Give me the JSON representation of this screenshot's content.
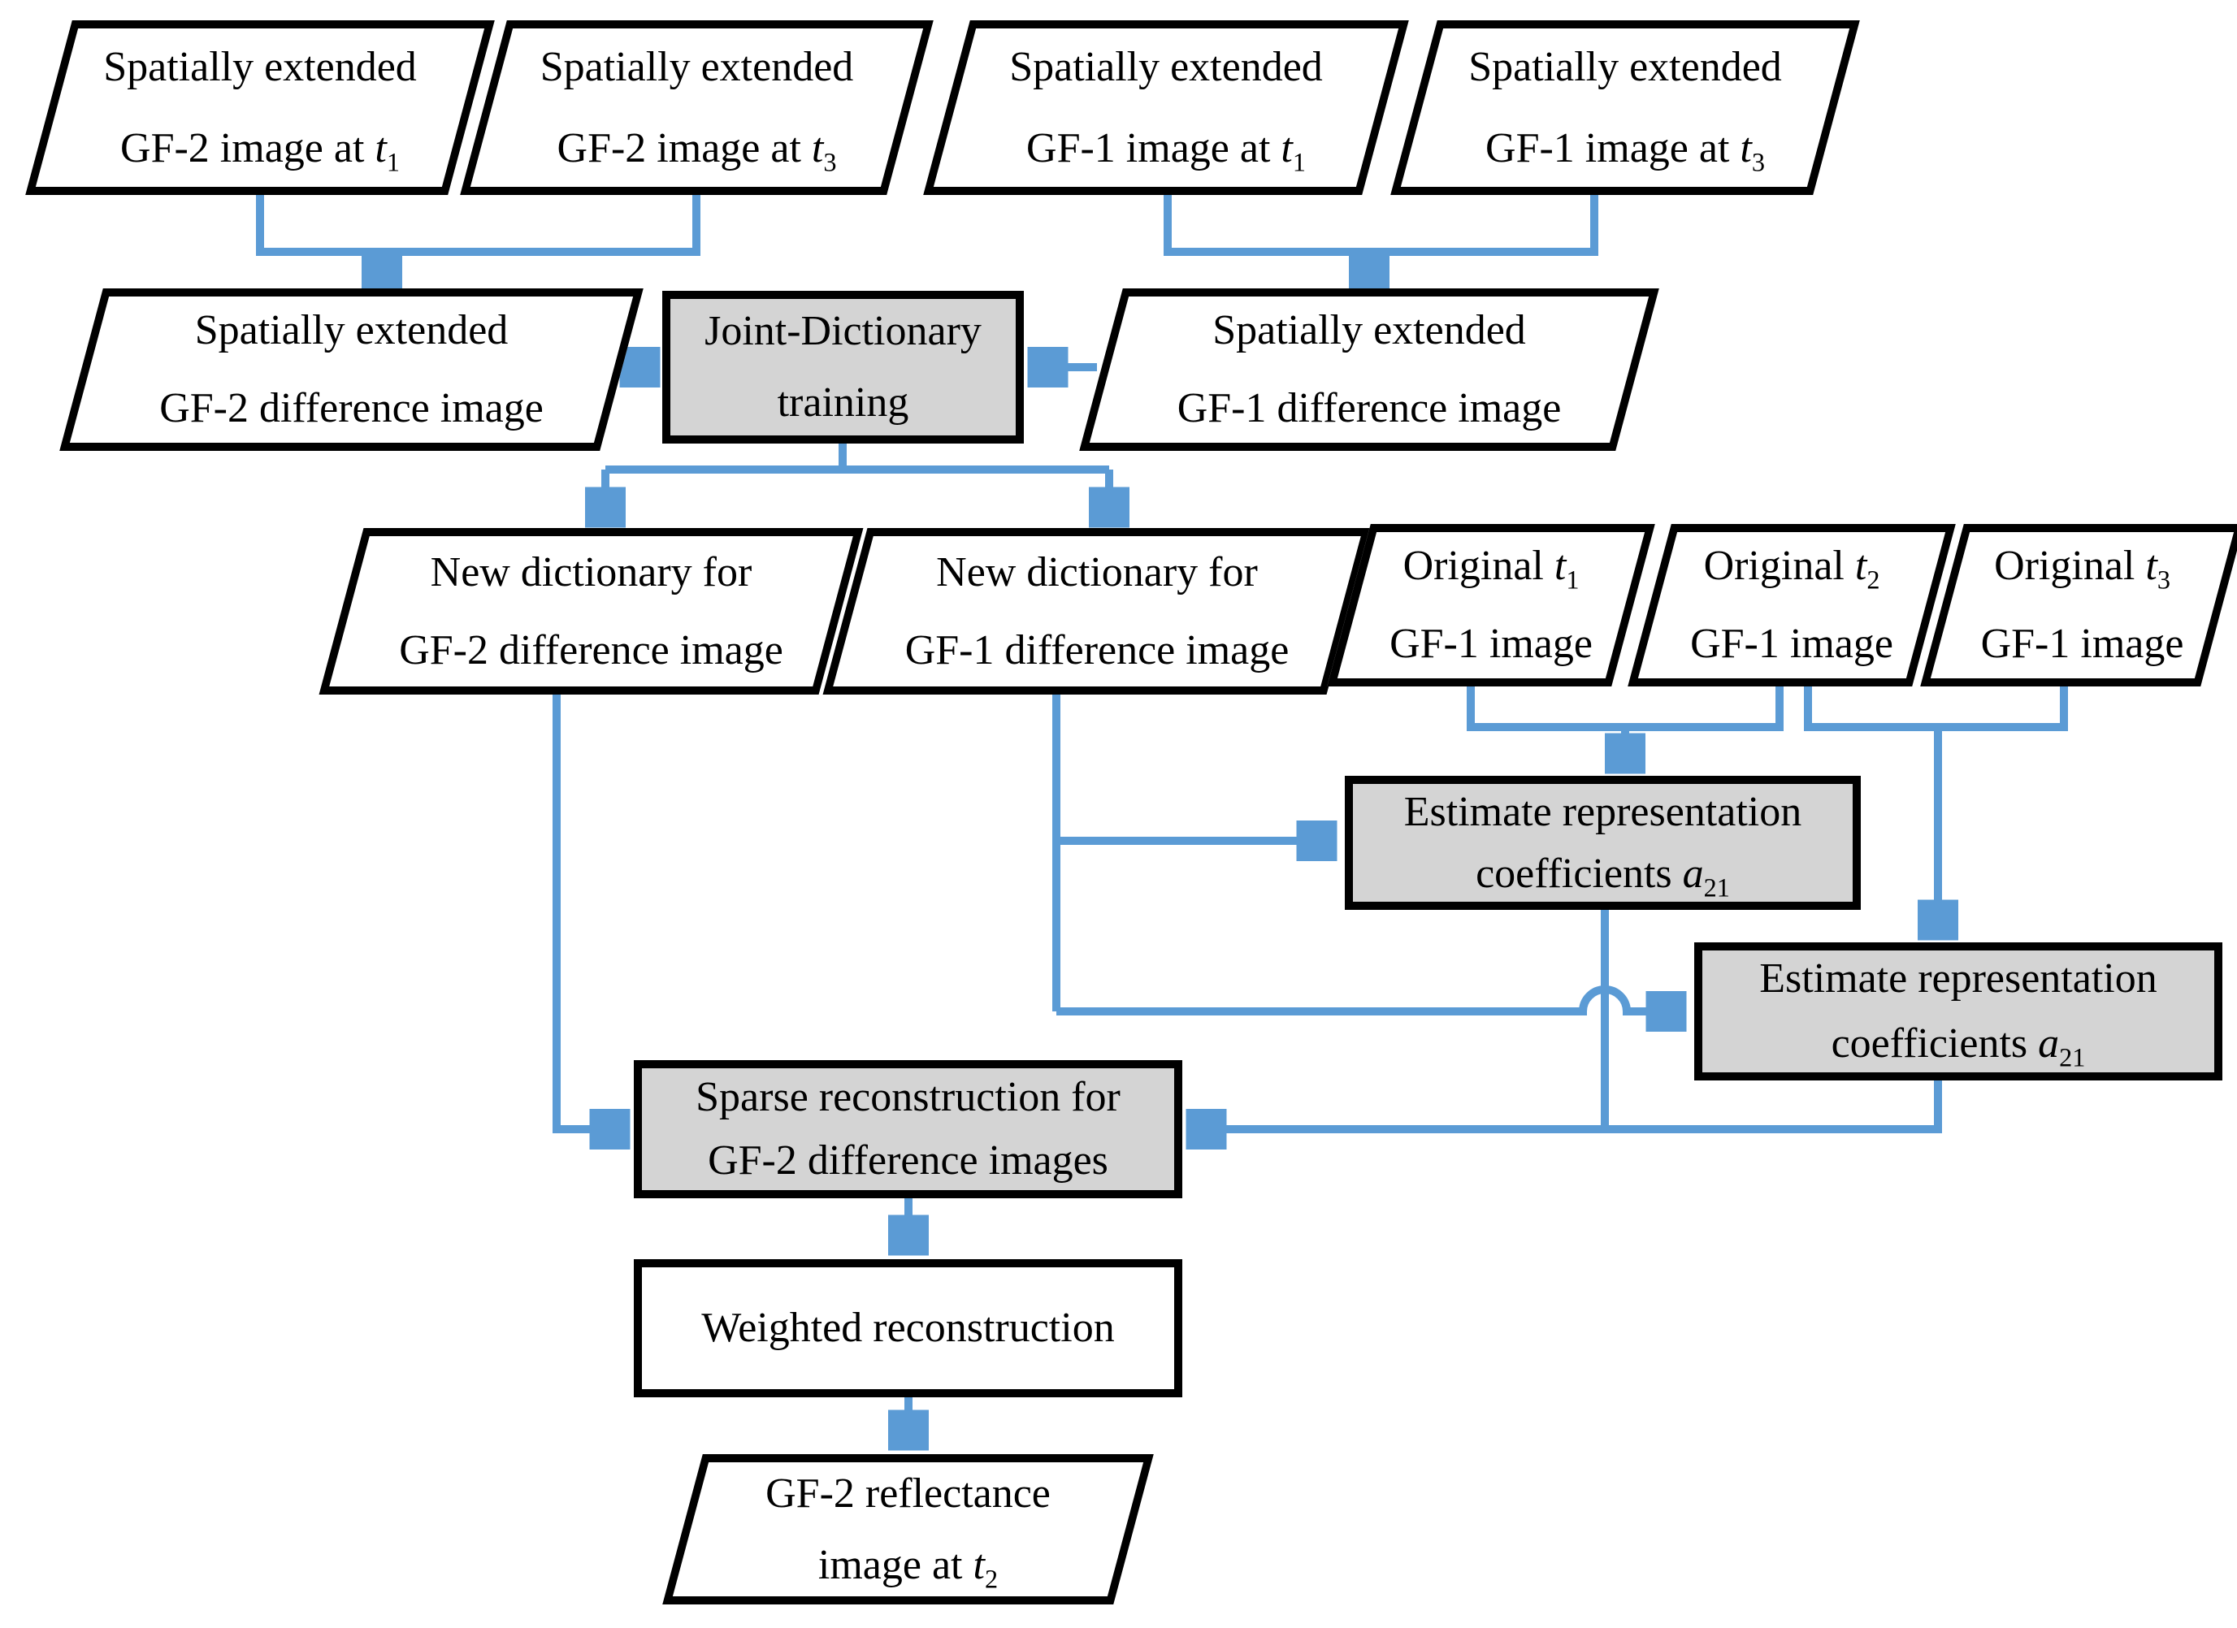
{
  "title": "GF-2 reflectance reconstruction flowchart",
  "colors": {
    "arrow": "#5b9bd5",
    "boxgray": "#d4d4d4"
  },
  "nodes": {
    "se_gf2_t1": {
      "l1": {
        "pre": "Spatially extended"
      },
      "l2": {
        "pre": "GF-2 image at ",
        "it": "t",
        "sub": "1"
      }
    },
    "se_gf2_t3": {
      "l1": {
        "pre": "Spatially extended"
      },
      "l2": {
        "pre": "GF-2 image at ",
        "it": "t",
        "sub": "3"
      }
    },
    "se_gf1_t1": {
      "l1": {
        "pre": "Spatially extended"
      },
      "l2": {
        "pre": "GF-1 image at ",
        "it": "t",
        "sub": "1"
      }
    },
    "se_gf1_t3": {
      "l1": {
        "pre": "Spatially extended"
      },
      "l2": {
        "pre": "GF-1 image at ",
        "it": "t",
        "sub": "3"
      }
    },
    "se_gf2_diff": {
      "l1": {
        "pre": "Spatially extended"
      },
      "l2": {
        "pre": "GF-2 difference image"
      }
    },
    "joint_dict": {
      "l1": {
        "pre": "Joint-Dictionary"
      },
      "l2": {
        "pre": "training"
      }
    },
    "se_gf1_diff": {
      "l1": {
        "pre": "Spatially extended"
      },
      "l2": {
        "pre": "GF-1 difference image"
      }
    },
    "dict_gf2": {
      "l1": {
        "pre": "New dictionary for"
      },
      "l2": {
        "pre": "GF-2 difference image"
      }
    },
    "dict_gf1": {
      "l1": {
        "pre": "New dictionary for"
      },
      "l2": {
        "pre": "GF-1 difference image"
      }
    },
    "orig_t1": {
      "l1": {
        "pre": "Original ",
        "it": "t",
        "sub": "1"
      },
      "l2": {
        "pre": "GF-1 image"
      }
    },
    "orig_t2": {
      "l1": {
        "pre": "Original ",
        "it": "t",
        "sub": "2"
      },
      "l2": {
        "pre": "GF-1 image"
      }
    },
    "orig_t3": {
      "l1": {
        "pre": "Original ",
        "it": "t",
        "sub": "3"
      },
      "l2": {
        "pre": "GF-1 image"
      }
    },
    "est1": {
      "l1": {
        "pre": "Estimate representation"
      },
      "l2": {
        "pre": "coefficients ",
        "it": "a",
        "sub": "21"
      }
    },
    "est2": {
      "l1": {
        "pre": "Estimate representation"
      },
      "l2": {
        "pre": "coefficients ",
        "it": "a",
        "sub": "21"
      }
    },
    "sparse": {
      "l1": {
        "pre": "Sparse reconstruction for"
      },
      "l2": {
        "pre": "GF-2 difference images"
      }
    },
    "weighted": {
      "l1": {
        "pre": "Weighted reconstruction"
      },
      "l2": {}
    },
    "gf2_reflect": {
      "l1": {
        "pre": "GF-2 reflectance"
      },
      "l2": {
        "pre": "image at ",
        "it": "t",
        "sub": "2"
      }
    }
  }
}
